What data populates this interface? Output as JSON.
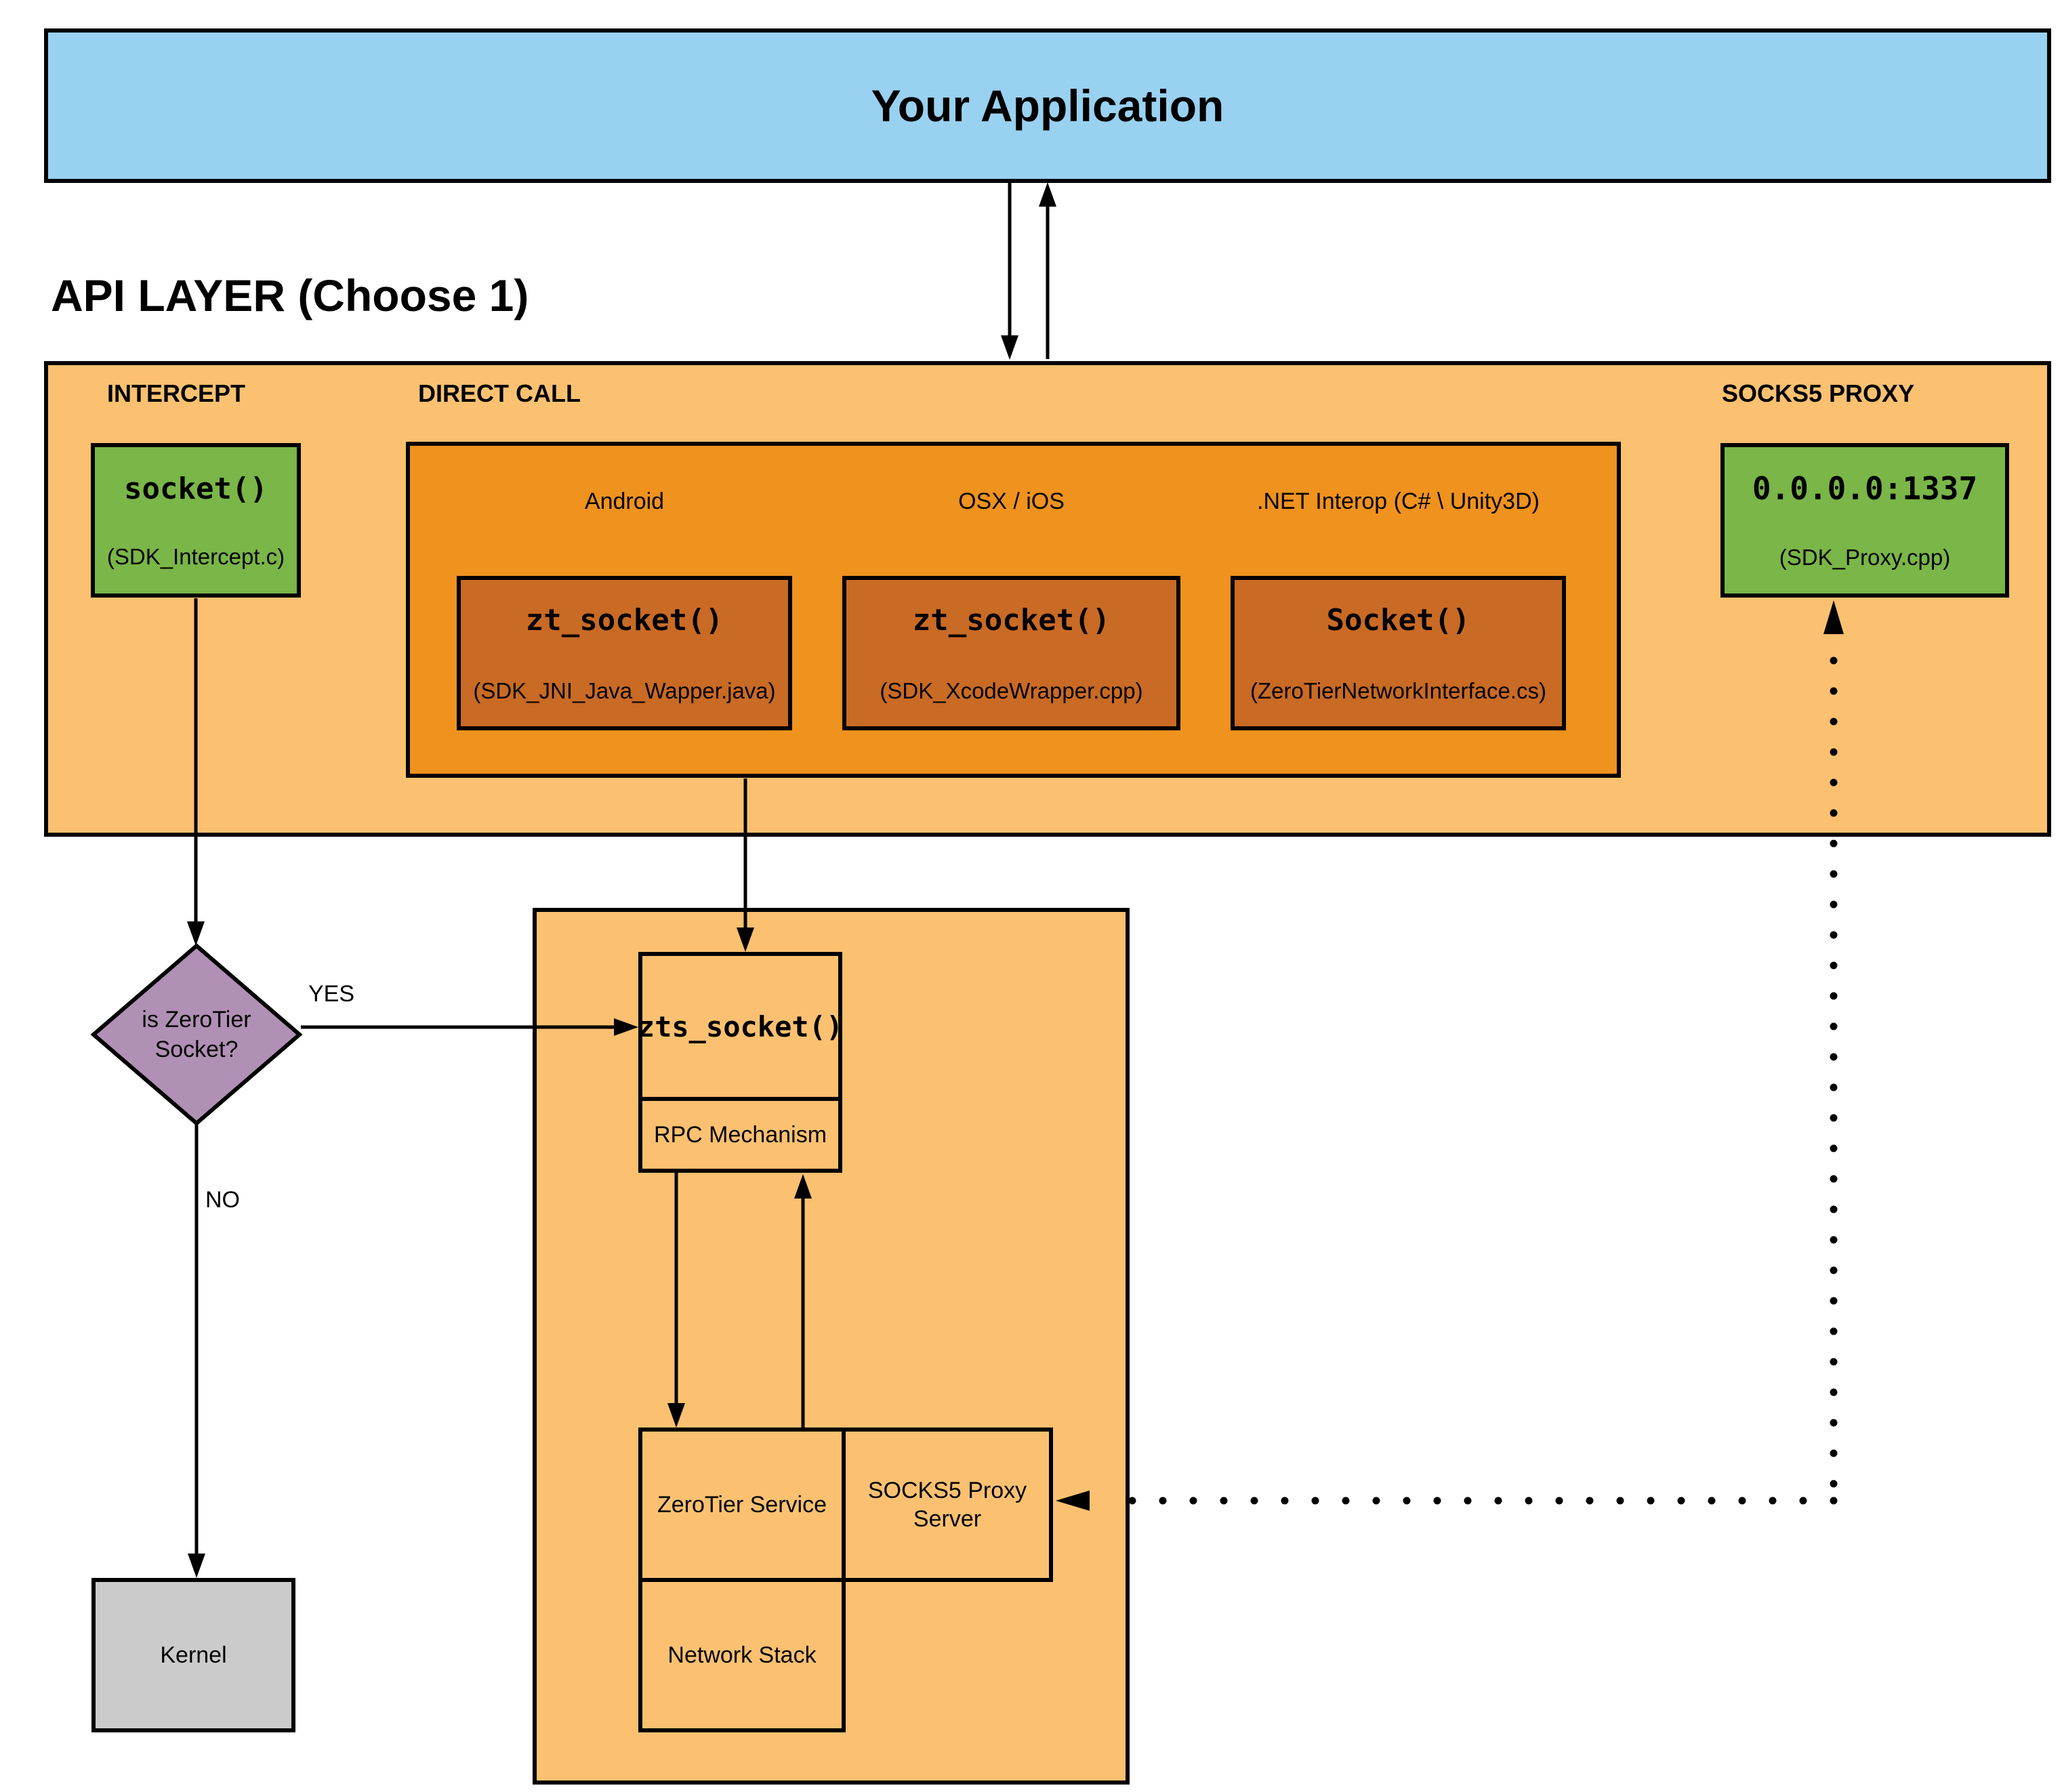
{
  "application": {
    "title": "Your Application"
  },
  "api_layer": {
    "heading": "API LAYER (Choose 1)",
    "sections": {
      "intercept": {
        "label": "INTERCEPT",
        "box": {
          "code": "socket()",
          "file": "(SDK_Intercept.c)"
        }
      },
      "direct_call": {
        "label": "DIRECT CALL",
        "platforms": [
          {
            "name": "Android",
            "code": "zt_socket()",
            "file": "(SDK_JNI_Java_Wapper.java)"
          },
          {
            "name": "OSX / iOS",
            "code": "zt_socket()",
            "file": "(SDK_XcodeWrapper.cpp)"
          },
          {
            "name": ".NET Interop (C# \\ Unity3D)",
            "code": "Socket()",
            "file": "(ZeroTierNetworkInterface.cs)"
          }
        ]
      },
      "socks5_proxy": {
        "label": "SOCKS5 PROXY",
        "box": {
          "code": "0.0.0.0:1337",
          "file": "(SDK_Proxy.cpp)"
        }
      }
    }
  },
  "decision": {
    "line1": "is ZeroTier",
    "line2": "Socket?",
    "yes_label": "YES",
    "no_label": "NO"
  },
  "service_panel": {
    "zts": "zts_socket()",
    "rpc": "RPC Mechanism",
    "zerotier_service": "ZeroTier Service",
    "socks5_server_line1": "SOCKS5 Proxy",
    "socks5_server_line2": "Server",
    "network_stack": "Network Stack"
  },
  "kernel": {
    "label": "Kernel"
  },
  "colors": {
    "application_fill": "#99D1F1",
    "api_layer_fill": "#FBC171",
    "direct_call_fill": "#EF921E",
    "platform_box_fill": "#C96A25",
    "green_box_fill": "#7AB648",
    "decision_fill": "#B190B5",
    "kernel_fill": "#CBCBCB",
    "line_color": "#000000"
  }
}
